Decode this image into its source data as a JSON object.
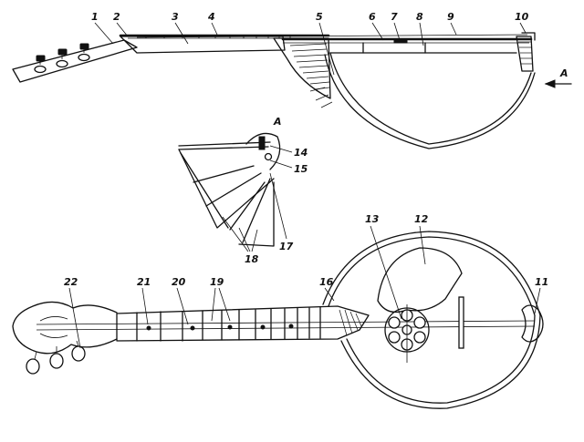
{
  "diagram": {
    "part_labels": [
      "1",
      "2",
      "3",
      "4",
      "5",
      "6",
      "7",
      "8",
      "9",
      "10",
      "11",
      "12",
      "13",
      "14",
      "15",
      "16",
      "17",
      "18",
      "19",
      "20",
      "21",
      "22"
    ],
    "view_label": "A"
  }
}
